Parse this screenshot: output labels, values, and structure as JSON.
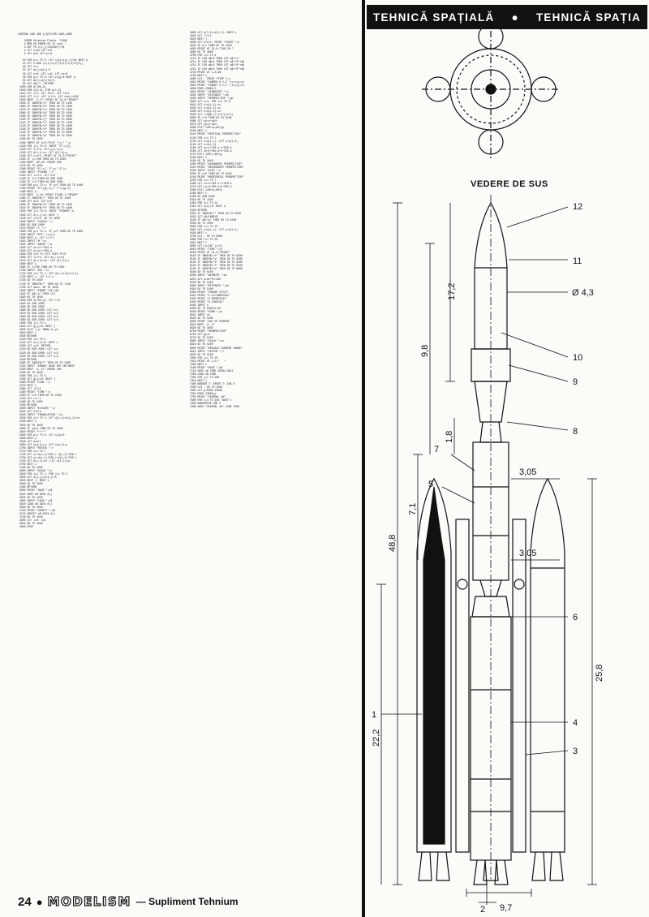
{
  "banner": {
    "left": "TEHNICĂ SPAȚIALĂ",
    "right": "TEHNICĂ SPAȚIA"
  },
  "drawing": {
    "top_view_label": "VEDERE DE SUS",
    "part_numbers": [
      "12",
      "11",
      "10",
      "9",
      "8",
      "7",
      "5",
      "6",
      "4",
      "3",
      "1",
      "2"
    ],
    "dimensions": [
      "17,2",
      "Ø 4,3",
      "9,8",
      "1,8",
      "3,05",
      "7,1",
      "48,8",
      "3,05",
      "25,8",
      "22,2",
      "9,7"
    ]
  },
  "footer": {
    "page_number": "24",
    "bullet": "●",
    "magazine": "MODELISM",
    "supplement": "— Supliment Tehnium"
  },
  "listing": {
    "header": "CENTRAL CAD 48K (C)PLETER 1983,1985\n\n    0)REM Octavian Pleter  71983\n    2 REM ON ERROR GO TO cont !\n    3 DEF FN x(t,j)=32328+j*24\n    4 LET x=a3 LET s=0\n    5 LET m=0 LET ar=0",
    "column1": "   10 FOR p=1 TO 3: LET x(p)=x(p-1)+p1 NEXT p\n   15 LET t=SGN (x(1)+x(2)+x(3)+x(4)+x(5))\n   20 LET n=1\n   25 LET m(i)=m(i)+1\n   30 LET k=0: LET y=0: LET xt=0\n   40 FOR q=1 TO 3: LET z(q)=0 NEXT q\n   45 LET a(t)=a(t)+b(t)\n   50 LET a$=\"\": RETURN\n 1000 DIM d(700,3)\n 1010 DIM s(5,3): DIM p(1,3)\n 1015 LET l=1: LET l0=1: LET l1=0\n 1020 LET l=l: LET l=l+1: LET cont=1040\n 1040 BEEP .2,17: PRINT AT 21,0;\"READY\"\n 1050 IF INKEY$=\"n\" THEN GO TO 1100\n 1060 IF INKEY$=\"a\" THEN GO TO 1200\n 1070 IF INKEY$=\"v\" THEN GO TO 1300\n 1080 IF INKEY$=\"w\" THEN GO TO 1400\n 1090 IF INKEY$=\"k\" THEN GO TO 1500\n 1100 IF INKEY$=\"j\" THEN GO TO 1600\n 1110 IF INKEY$=\"c\" THEN GO TO 1700\n 1120 IF INKEY$=\"e\" THEN GO TO 1800\n 1130 IF INKEY$=\"d\" THEN GO TO 1900\n 1140 IF INKEY$=\"s\" THEN GO TO 2000\n 1150 IF INKEY$=\"p\" THEN GO TO 4500\n 1160 GO TO 1040\n 1200 INPUT AT 0,0;\"PLOT \";x;\" \";y\n 1210 FOR j=1 TO 3: INPUT \"X\";x(j)\n 1220 LET l=l+1: LET p(l,1)=x\n 1230 LET d(l,1)=x: LET d(l,2)=y\n 1240 LET c=c+1: PRINT AT 21,0;\"POINT\"\n 1250 IF l>=700 THEN GO TO 1040\n 1260 BEEP .05,20: PAUSE 200\n 1270 GO TO 1040\n 1300 PRINT \"X\";x;\" Y\";y;\" Z\";z\n 1400 INPUT \"FIGURE \";f\n 1410 LET l=l+1: LET s=0\n 1420 IF f=1 THEN GO SUB 2200\n 1430 IF f=2 THEN GO SUB 2300\n 1440 FOR p=1 TO s: IF p=f THEN GO TO 1460\n 1450 PRINT \"X\";s(p,1);\" Y\";s(p,2)\n 1460 NEXT p\n 1470 BEEP .2,10: PRINT FLASH 1;\"READY\"\n 1480 IF INKEY$=\"\" THEN GO TO 1480\n 1490 LET a=0: LET b=0\n 1500 IF INKEY$=\"y\" THEN GO TO 1040\n 1510 IF INKEY$=\"n\" THEN GO TO 1400\n 1520 FOR j=1 TO 6: INPUT \"FIGURE\";k\n 1530 LET d(l,j)=k: NEXT j\n 1540 LET c=c+1: GO TO 1040\n 1550 INPUT \"CIRCLE \";r\n 1560 GO SUB 1600\n 1570 PRINT \"C \";r\n 1580 FOR p=1 TO s: IF p>f THEN GO TO 1650\n 1590 INPUT \"XYZ \";x;y;z\n 1600 NEXT p: LET l=l+1\n 1610 INPUT \"M \";m\n 1620 INPUT \"ANGLE \";a\n 1630 LET xt=x+r*COS a\n 1640 LET yt=y+r*SIN a\n 1650 FOR i=0 TO 2*PI STEP PI/8\n 1660 LET l=l+1: LET d(l,1)=xt\n 1670 LET d(l,2)=yt: LET d(l,3)=z\n 1680 NEXT i\n 1690 IF l>700 THEN GO TO 1040\n 1700 INPUT \"DEL \";k\n 1710 FOR i=k TO l: LET d(i,1)=d(i+1,1)\n 1720 NEXT i: LET l=l-1\n 1730 GO TO 1040\n 1740 IF INKEY$=\"\" THEN GO TO 1740\n 1750 LET sw=1: GO TO 1040\n 1800 INPUT \"ERASE Y/N\";a$\n 1810 IF a$=\"y\" THEN CLS\n 1820 GO TO 1040\n 1830 DIM d(700,3): LET l=0\n 1840 GO SUB 2300\n 1850 GO SUB 2300\n 1860 GO SUB 2300: LET k=1\n 1870 GO SUB 2300: LET k=2\n 1880 GO SUB 2300: LET k=3\n 1890 GO SUB 2300: LET k=4\n 1900 FOR j=1 TO 3\n 1910 LET q(j)=0: NEXT j\n 2000 PLOT x,y: DRAW xt,yt\n 2010 NEXT i\n 2020 RETURN\n 2100 FOR i=1 TO 5\n 2110 LET s(i,1)=0: NEXT i\n 2200 LET s=0: RETURN\n 2210 GO SUB 2300: LET s=1\n 2220 GO SUB 2300: LET s=2\n 2230 GO SUB 2300: LET s=3\n 2240 RETURN\n 2300 IF INKEY$=\"\" THEN GO TO 2300\n 2310 INPUT \"ERROR: BASE NOT DEFINED\"\n 2320 BEEP .2,-17: PAUSE 200\n 2330 GO TO 1040\n 2340 FOR j=1 TO 3\n 2350 LET g(j)=0: NEXT j\n 2360 PRINT \"LINE \";l\n 2370 NEXT j\n 2380 LET l=l+1\n 2390 PRINT \"TIME \";t\n 2400 IF t=0 THEN GO TO 2450\n 2410 LET t=t-1\n 2420 GO TO 2400\n 2450 RETURN\n 2500 INPUT \"ELEVATE \";e\n 2510 LET h=h+e\n 2520 INPUT \"TRANSLATION \";tx\n 2530 FOR i=1 TO l: LET d(i,1)=d(i,1)+tx\n 2540 NEXT i\n 2550 GO TO 1040\n 2600 IF sw=0 THEN GO TO 3400\n 2610 PRINT \"****\"\n 2620 FOR p=1 TO 6: LET c(p)=0\n 2630 NEXT p\n 2640 LET m=m+1\n 2650 LET s(m,1)=x: LET s(m,2)=y\n 2700 INPUT \"ROTATE \";r\n 2710 FOR i=1 TO l\n 2720 LET xr=d(i,1)*COS r-d(i,2)*SIN r\n 2730 LET yr=d(i,1)*SIN r+d(i,2)*COS r\n 2740 LET d(i,1)=xr: LET d(i,2)=yr\n 2750 NEXT i\n 2760 GO TO 1040\n 3000 INPUT \"SCALE \";k\n 3010 FOR i=1 TO l: FOR j=1 TO 3\n 3020 LET d(i,j)=d(i,j)*k\n 3030 NEXT j: NEXT i\n 3040 GO TO 1040\n 3400 RETURN\n 3500 PRINT \"SAVE \";n$\n 3510 SAVE n$ DATA d()\n 3520 GO TO 1040\n 3600 INPUT \"LOAD \";n$\n 3610 LOAD n$ DATA d()\n 3620 GO TO 1040\n 3700 PRINT \"VERIFY \";n$\n 3710 VERIFY n$ DATA d()\n 3720 GO TO 1040\n 3800 LET l=0: CLS\n 3810 GO TO 1040\n 4000 STOP",
    "column2": " 4600 LET d(l,1)=d(l,1): NEXT k\n 4610 LET l=l+1\n 4620 NEXT j\n 4630 LET k=k+1: PRINT \"POINT \";k\n 4640 IF k=l THEN GO TO 1040\n 4650 PRINT AT 21,0;\"TAB 20;\"\n 4660 GO TO 4600\n 4700 FOR i=1 TO 4\n 4710 IF LEN a$=0 THEN LET a$=\"1\"\n 4711 IF LEN a$=1 THEN LET a$=\"0\"+a$\n 4712 IF LEN a$=2 THEN LET a$=\"0\"+a$\n 4713 IF LEN a$=3 THEN LET a$=\"0\"+a$\n 4720 PRINT AT i,0;a$\n 4730 NEXT i\n 4800 CLS : PRINT \"STEP \";s\n 4810 PRINT \"CAMERA X,Y,Z \";cx;cy;cz\n 4820 PRINT \"TARGET X,Y,Z \";tx;ty;tz\n 4900 POKE 23606,0\n 4910 PRINT \"VIEWPOINT \";v\n 4920 INPUT \"DISTANCE \";dd\n 4930 INPUT \"PERSPECTIVE \";pp\n 5000 LET n=1: FOR i=1 TO 8\n 5010 LET x=d(i,1)-cx\n 5020 LET y=d(i,2)-cy\n 5030 LET z=d(i,3)-cz\n 5040 LET r=SQR (x*x+y*y+z*z)\n 5050 IF r=0 THEN GO TO 5100\n 5060 LET xp=x*dd/r\n 5070 LET yp=y*dd/r\n 5080 PLOT 128+xp,88+yp\n 5100 NEXT i\n 5110 PRINT \"VERTICAL PERSPECTIVE\"\n 5120 FOR i=1 TO l\n 5130 LET x=d(i,1): LET y=d(i,2)\n 5140 LET z=d(i,3)\n 5150 LET yy=y*COS a-z*SIN a\n 5160 LET zz=y*SIN a+z*COS a\n 5170 PLOT 128+x,88+yy\n 5180 NEXT i\n 5190 GO TO 1040\n 5200 PRINT \"ASCENDENT PERSPECTIVE\"\n 5210 PRINT \"DESCENDENT PERSPECTIVE\"\n 5220 INPUT \"ELEV \";e\n 5230 IF e<0 THEN GO TO 5210\n 5240 PRINT \"HORIZONTAL PERSPECTIVE\"\n 5250 FOR i=1 TO l\n 5260 LET xx=x*COS b-z*SIN b\n 5270 LET zz=x*SIN b+z*COS b\n 5280 PLOT 128+xx,88+y\n 5290 NEXT i\n 5300 GO SUB 5400\n 5310 GO TO 1040\n 5400 FOR k=1 TO 12\n 5410 LET s(k)=0: NEXT k\n 5420 RETURN\n 5500 IF INKEY$=\"\" THEN GO TO 5500\n 5510 LET k$=INKEY$\n 5520 IF k$=\"q\" THEN GO TO 1040\n 5530 GO TO 5500\n 5600 FOR i=1 TO 10\n 5610 LET x=d(i,1): LET y=d(i,2)\n 5620 NEXT i\n 5700 CLS : GO TO 6300\n 5800 FOR f=1 TO 50\n 5810 NEXT f\n 6000 LET t1=INT (t/2)\n 6010 PRINT \"TIME \";t1\n 6100 PRINT AT 21,0;\"READY\"\n 6110 IF INKEY$=\"x\" THEN GO TO 6200\n 6120 IF INKEY$=\"y\" THEN GO TO 6300\n 6130 IF INKEY$=\"z\" THEN GO TO 6400\n 6140 IF INKEY$=\"t\" THEN GO TO 6500\n 6150 IF INKEY$=\"p\" THEN GO TO 6600\n 6160 GO TO 6100\n 6200 INPUT \"AZIMUTH \";az\n 6210 LET a=az*PI/180\n 6220 GO TO 5100\n 6300 INPUT \"DISTANCE \";dd\n 6310 GO TO 5100\n 6400 PRINT \"CHOOSE STYLE\"\n 6410 PRINT \"1-CYLINDRICAL\"\n 6420 PRINT \"2-SPHERICAL\"\n 6430 PRINT \"3-CONICAL\"\n 6440 INPUT k\n 6450 GO TO 6400+k*10\n 6500 PRINT \"ZOOM \";zz\n 6510 INPUT zz\n 6520 GO TO 5100\n 6600 PRINT \"OUT OF SCREEN\"\n 6610 BEEP .2,-17\n 6620 GO TO 1040\n 6700 PRINT \"PERSPECTIVE\"\n 6710 LET pp=1\n 6720 GO TO 5100\n 6800 INPUT \"SCALE \";sc\n 6810 GO TO 5100\n 6900 PRINT \"RESCALE CURRENT IMAGE\"\n 6910 INPUT \"FACTOR \";f\n 6920 GO TO 5100\n 7000 FOR i=1 TO 10\n 7010 PRINT AT i,0;\"   \"\n 7020 NEXT i\n 7100 PRINT \"SAVE \";n$\n 7110 SAVE n$ CODE 16384,6912\n 7200 LOAD n$ CODE\n 7300 FOR j=1 TO 200\n 7310 NEXT j\n 7400 BORDER 7: PAPER 7: INK 0\n 7500 CLS : GO TO 1040\n 7600 LET p=PEEK 23606\n 7610 POKE 23606,p\n 7700 PRINT \"CENTRAL 48\"\n 7800 FOR t=1 TO 250: NEXT t\n 7900 RANDOMIZE USR 0\n 7999 SAVE \"CENTRAL 48\" LINE 7000"
  }
}
